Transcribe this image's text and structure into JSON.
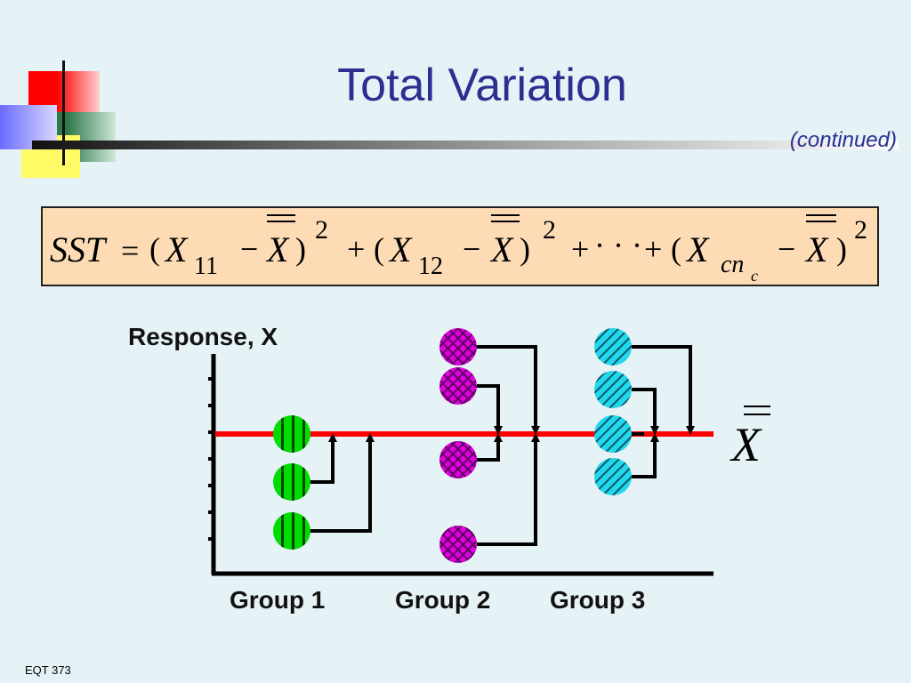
{
  "slide": {
    "title": "Total Variation",
    "subtitle": "(continued)",
    "footer": "EQT 373"
  },
  "formula": {
    "lhs": "SST",
    "equals": "=",
    "open_paren": "(",
    "close_paren": ")",
    "variable": "X",
    "grand_mean": "X",
    "minus": "−",
    "plus": "+",
    "exponent": "2",
    "dots": "· · ·",
    "terms": [
      {
        "subscript": "11"
      },
      {
        "subscript": "12"
      },
      {
        "subscript": "cn",
        "sub_subscript": "c"
      }
    ]
  },
  "diagram": {
    "y_axis_label": "Response, X",
    "grand_mean_label": "X",
    "groups": [
      {
        "label": "Group 1",
        "color": "#00dd00",
        "pattern": "vertical-stripes",
        "points": 3
      },
      {
        "label": "Group 2",
        "color": "#e000e0",
        "pattern": "crosshatch",
        "points": 4
      },
      {
        "label": "Group 3",
        "color": "#22d8ee",
        "pattern": "diagonal-stripes",
        "points": 4
      }
    ],
    "mean_line_color": "#ff0000"
  }
}
